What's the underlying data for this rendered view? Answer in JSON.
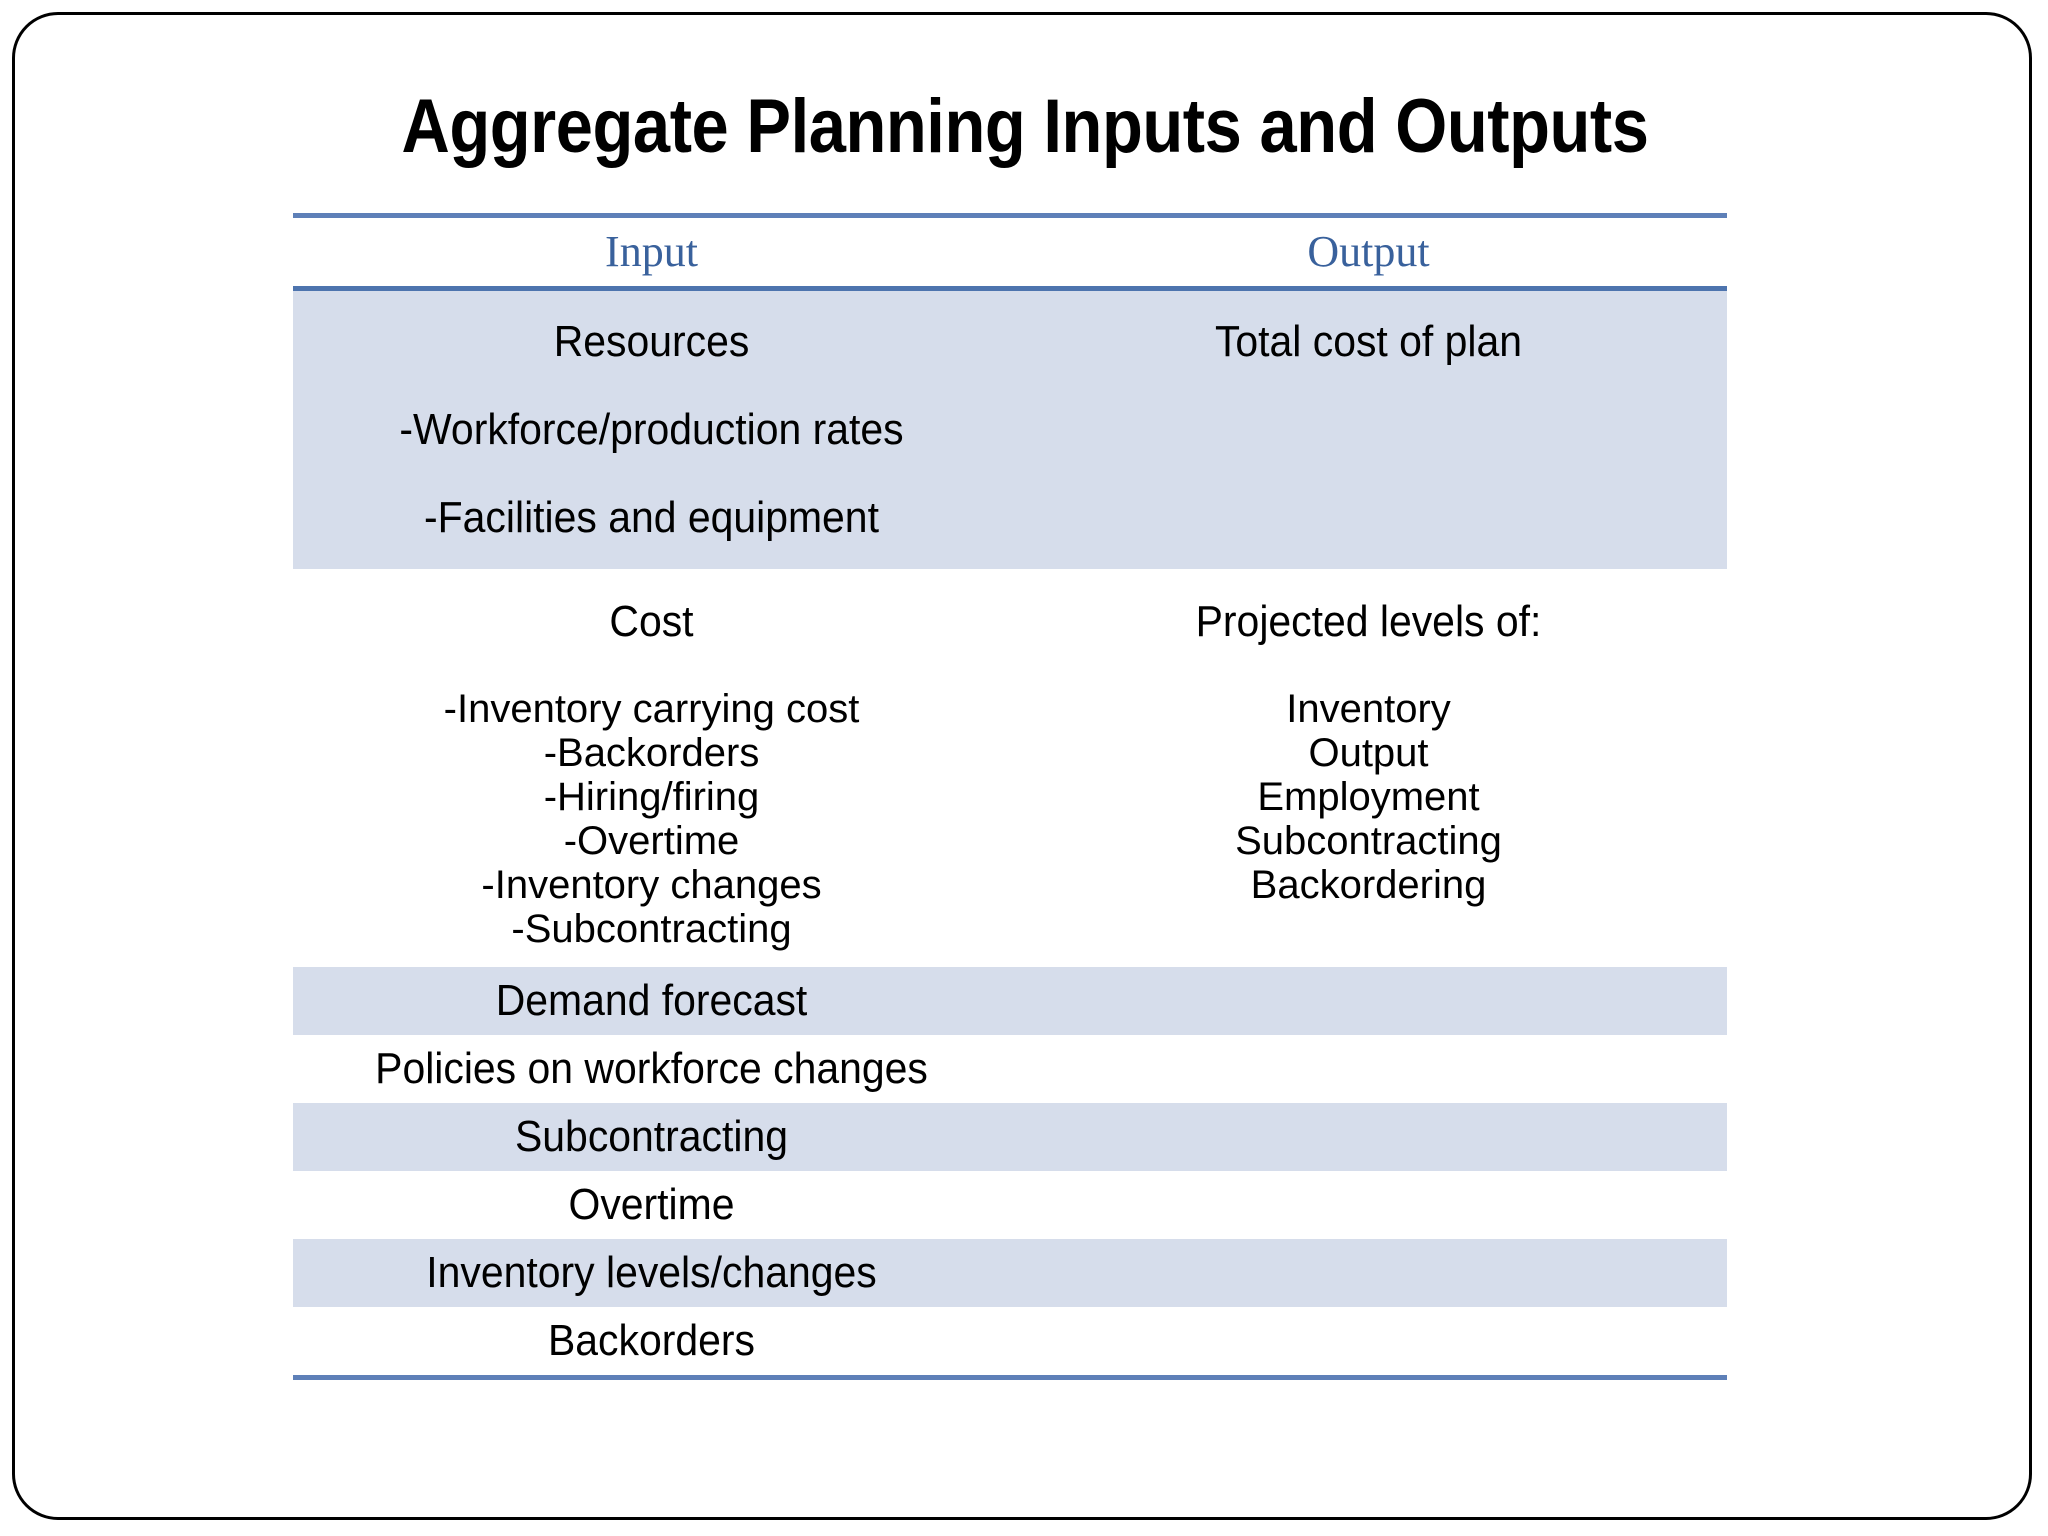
{
  "slide": {
    "title": "Aggregate Planning Inputs and Outputs"
  },
  "table": {
    "headers": {
      "input": "Input",
      "output": "Output"
    },
    "accent_rule_color": "#5E80B8",
    "header_text_color": "#39619C",
    "shaded_band_color": "#D6DDEB",
    "blocks": [
      {
        "band": "shaded",
        "input_heading": "Resources",
        "input_items": [
          "-Workforce/production rates",
          "-Facilities and equipment"
        ],
        "output_heading": "Total cost of plan",
        "output_items": []
      },
      {
        "band": "plain",
        "input_heading": "Cost",
        "input_items": [
          "-Inventory carrying cost",
          "-Backorders",
          "-Hiring/firing",
          "-Overtime",
          "-Inventory changes",
          "-Subcontracting"
        ],
        "output_heading": "Projected levels of:",
        "output_items": [
          "Inventory",
          "Output",
          "Employment",
          "Subcontracting",
          "Backordering"
        ]
      }
    ],
    "input_rows": [
      {
        "label": "Demand forecast",
        "band": "shaded"
      },
      {
        "label": "Policies on workforce changes",
        "band": "plain"
      },
      {
        "label": "Subcontracting",
        "band": "shaded"
      },
      {
        "label": "Overtime",
        "band": "plain"
      },
      {
        "label": "Inventory levels/changes",
        "band": "shaded"
      },
      {
        "label": "Backorders",
        "band": "plain"
      }
    ]
  }
}
